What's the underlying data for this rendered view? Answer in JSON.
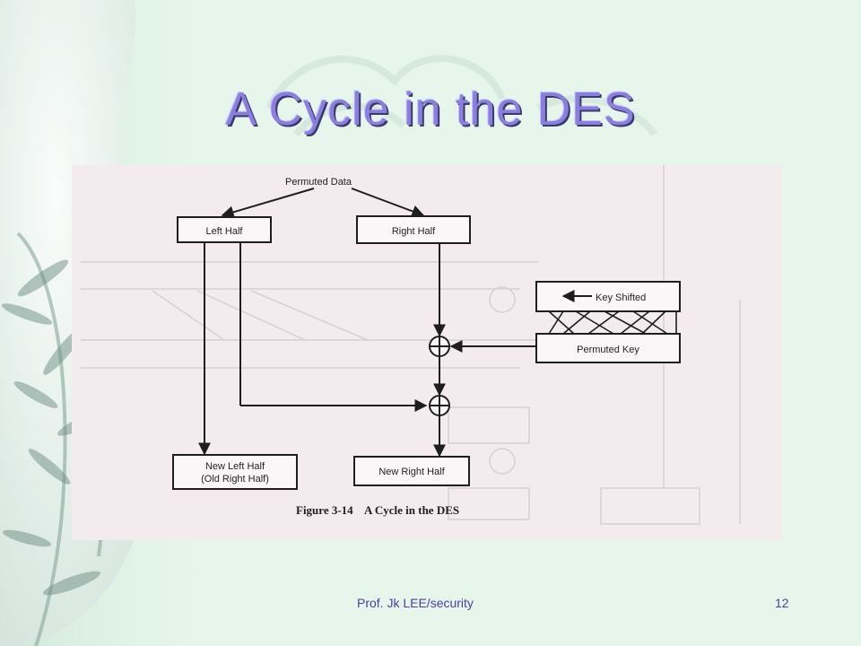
{
  "slide": {
    "title": "A Cycle in the DES",
    "footer_text": "Prof. Jk LEE/security",
    "page_number": "12"
  },
  "figure": {
    "permuted_data": "Permuted Data",
    "left_half": "Left Half",
    "right_half": "Right Half",
    "key_shifted": "Key Shifted",
    "permuted_key": "Permuted Key",
    "new_left_half_line1": "New Left Half",
    "new_left_half_line2": "(Old Right Half)",
    "new_right_half": "New Right Half",
    "caption": "Figure 3-14    A Cycle in the DES"
  }
}
